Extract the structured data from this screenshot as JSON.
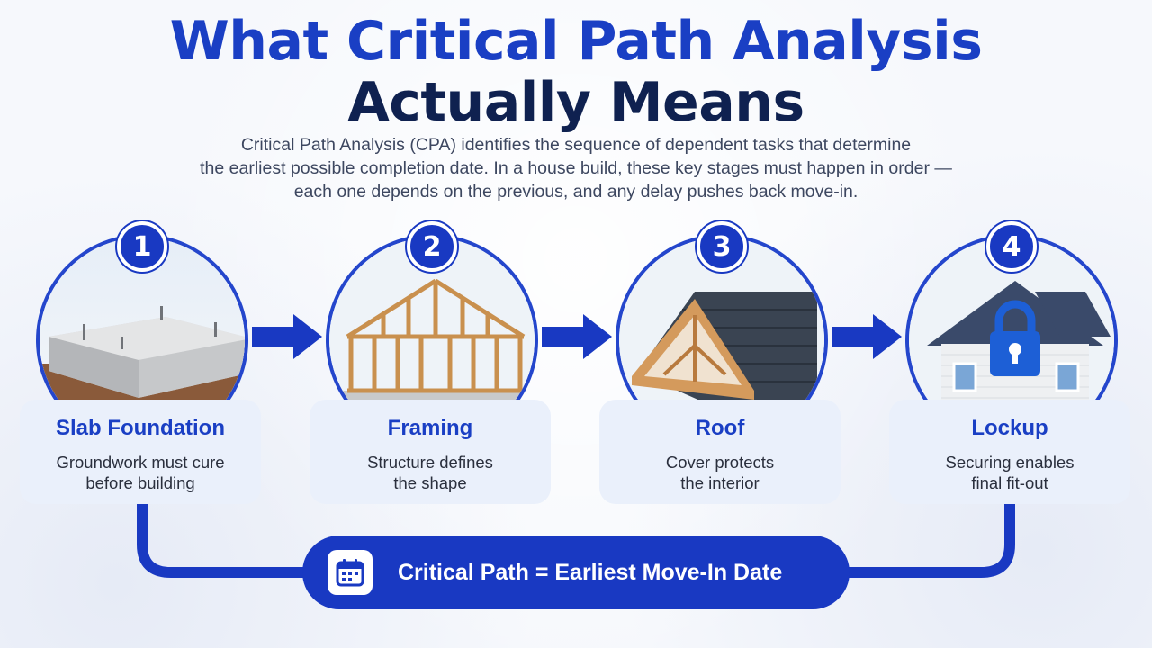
{
  "header": {
    "title_line1": "What Critical Path Analysis",
    "title_line2": "Actually Means",
    "subtitle_lines": [
      "Critical Path Analysis (CPA) identifies the sequence of dependent tasks that determine",
      "the earliest possible completion date. In a house build, these key stages must happen in order —",
      "each one depends on the previous, and any delay pushes back move-in."
    ]
  },
  "steps": [
    {
      "number": "1",
      "title": "Slab Foundation",
      "desc_lines": [
        "Groundwork must cure",
        "before building"
      ],
      "icon": "concrete-slab-illustration"
    },
    {
      "number": "2",
      "title": "Framing",
      "desc_lines": [
        "Structure defines",
        "the shape"
      ],
      "icon": "timber-frame-illustration"
    },
    {
      "number": "3",
      "title": "Roof",
      "desc_lines": [
        "Cover protects",
        "the interior"
      ],
      "icon": "roof-illustration"
    },
    {
      "number": "4",
      "title": "Lockup",
      "desc_lines": [
        "Securing enables",
        "final fit-out"
      ],
      "icon": "house-lock-illustration"
    }
  ],
  "footer": {
    "label": "Critical Path = Earliest Move-In Date",
    "icon": "calendar-icon"
  },
  "colors": {
    "primary": "#1a3fc4",
    "dark": "#0f2150",
    "card_bg": "#eaf0fb"
  }
}
